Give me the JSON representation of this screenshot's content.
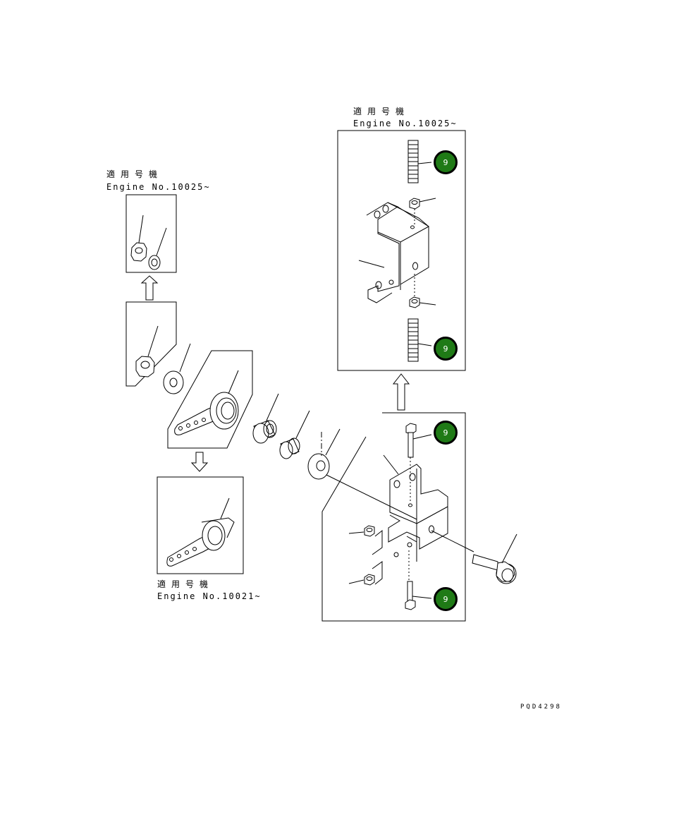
{
  "labels": {
    "top_right": {
      "jp": "適用号機",
      "en": "Engine No.10025~"
    },
    "top_left": {
      "jp": "適用号機",
      "en": "Engine No.10025~"
    },
    "bottom_left": {
      "jp": "適用号機",
      "en": "Engine No.10021~"
    }
  },
  "callouts": [
    "9",
    "9",
    "9",
    "9"
  ],
  "drawing_code": "PQD4298",
  "colors": {
    "callout_fill": "#1f7a16",
    "line": "#000000"
  }
}
